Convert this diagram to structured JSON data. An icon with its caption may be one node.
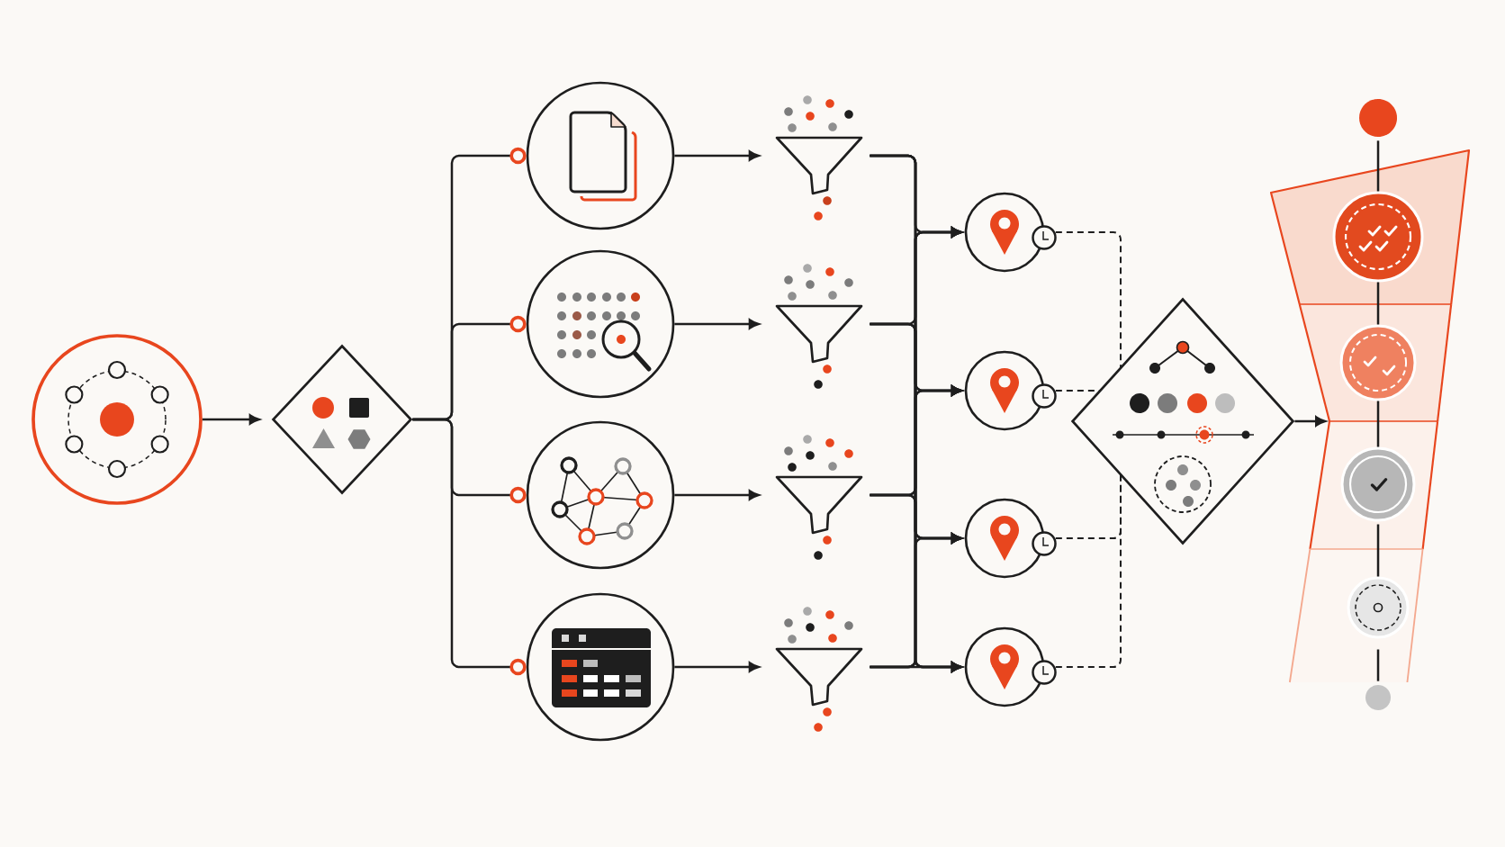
{
  "diagram": {
    "nodes": [
      {
        "text": [],
        "shape": "circle"
      },
      {
        "text": [],
        "shape": "diamond"
      },
      {
        "text": [],
        "shape": "circle"
      },
      {
        "text": [],
        "shape": "circle"
      },
      {
        "text": [],
        "shape": "circle"
      },
      {
        "text": [],
        "shape": "circle"
      },
      {
        "text": [],
        "shape": "funnel"
      },
      {
        "text": [],
        "shape": "funnel"
      },
      {
        "text": [],
        "shape": "funnel"
      },
      {
        "text": [],
        "shape": "funnel"
      },
      {
        "text": [],
        "shape": "circle"
      },
      {
        "text": [],
        "shape": "circle"
      },
      {
        "text": [],
        "shape": "circle"
      },
      {
        "text": [],
        "shape": "circle"
      },
      {
        "text": [],
        "shape": "diamond"
      },
      {
        "text": [],
        "shape": "circle"
      },
      {
        "text": [],
        "shape": "band"
      },
      {
        "text": [],
        "shape": "circle",
        "in": 16
      },
      {
        "text": [],
        "shape": "band"
      },
      {
        "text": [],
        "shape": "circle",
        "in": 18
      },
      {
        "text": [],
        "shape": "band"
      },
      {
        "text": [],
        "shape": "circle",
        "in": 20
      },
      {
        "text": [],
        "shape": "band"
      },
      {
        "text": [],
        "shape": "circle",
        "in": 22
      },
      {
        "text": [],
        "shape": "circle"
      }
    ],
    "edges": [
      {
        "from": 0,
        "to": 1,
        "arrow": "to"
      },
      {
        "from": 1,
        "to": 2,
        "arrow": "other"
      },
      {
        "from": 1,
        "to": 3,
        "arrow": "other"
      },
      {
        "from": 1,
        "to": 4,
        "arrow": "other"
      },
      {
        "from": 1,
        "to": 5,
        "arrow": "other"
      },
      {
        "from": 2,
        "to": 6,
        "arrow": "to"
      },
      {
        "from": 3,
        "to": 7,
        "arrow": "to"
      },
      {
        "from": 4,
        "to": 8,
        "arrow": "to"
      },
      {
        "from": 5,
        "to": 9,
        "arrow": "to"
      },
      {
        "from": 6,
        "to": 10,
        "arrow": "to"
      },
      {
        "from": 6,
        "to": 11,
        "arrow": "to"
      },
      {
        "from": 6,
        "to": 12,
        "arrow": "to"
      },
      {
        "from": 6,
        "to": 13,
        "arrow": "to"
      },
      {
        "from": 7,
        "to": 10,
        "arrow": "to"
      },
      {
        "from": 7,
        "to": 11,
        "arrow": "to"
      },
      {
        "from": 7,
        "to": 12,
        "arrow": "to"
      },
      {
        "from": 7,
        "to": 13,
        "arrow": "to"
      },
      {
        "from": 8,
        "to": 10,
        "arrow": "to"
      },
      {
        "from": 8,
        "to": 11,
        "arrow": "to"
      },
      {
        "from": 8,
        "to": 12,
        "arrow": "to"
      },
      {
        "from": 8,
        "to": 13,
        "arrow": "to"
      },
      {
        "from": 9,
        "to": 10,
        "arrow": "to"
      },
      {
        "from": 9,
        "to": 11,
        "arrow": "to"
      },
      {
        "from": 9,
        "to": 12,
        "arrow": "to"
      },
      {
        "from": 9,
        "to": 13,
        "arrow": "to"
      },
      {
        "from": 10,
        "to": 14,
        "arrow": "none",
        "style": "dashed"
      },
      {
        "from": 11,
        "to": 14,
        "arrow": "none",
        "style": "dashed"
      },
      {
        "from": 12,
        "to": 14,
        "arrow": "none",
        "style": "dashed"
      },
      {
        "from": 13,
        "to": 14,
        "arrow": "none",
        "style": "dashed"
      },
      {
        "from": 14,
        "to": 18,
        "arrow": "to"
      },
      {
        "from": 15,
        "to": 17,
        "arrow": "none"
      },
      {
        "from": 17,
        "to": 19,
        "arrow": "none"
      },
      {
        "from": 19,
        "to": 21,
        "arrow": "none"
      },
      {
        "from": 21,
        "to": 23,
        "arrow": "none"
      },
      {
        "from": 23,
        "to": 24,
        "arrow": "none"
      }
    ]
  }
}
